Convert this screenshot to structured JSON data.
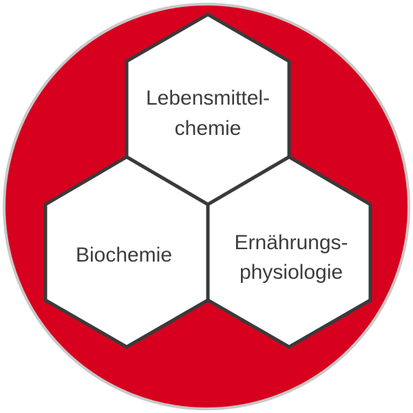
{
  "diagram": {
    "colors": {
      "circle_fill": "#d7001e",
      "circle_border": "#c8c8c8",
      "hexagon_fill": "#ffffff",
      "hexagon_stroke": "#3a3a3a"
    },
    "top": {
      "line1": "Lebensmittel-",
      "line2": "chemie"
    },
    "left": {
      "label": "Biochemie"
    },
    "right": {
      "line1": "Ernährungs-",
      "line2": "physiologie"
    }
  }
}
